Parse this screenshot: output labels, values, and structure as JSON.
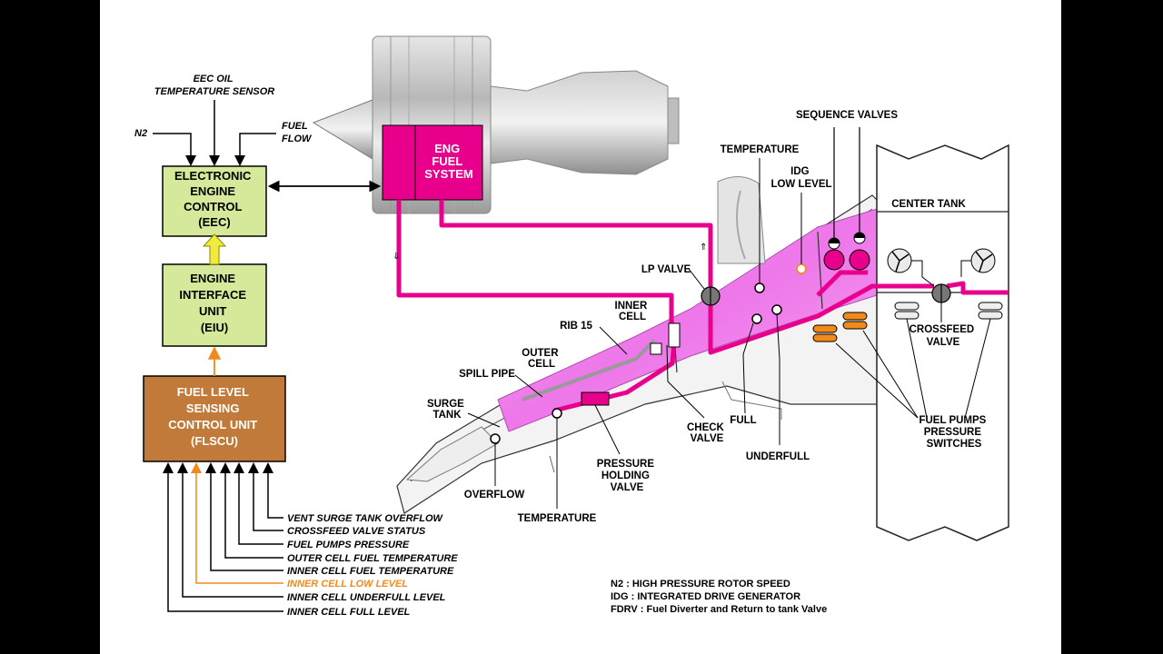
{
  "colors": {
    "fuel_pink": "#e8008c",
    "tank_pink": "#f07ff0",
    "eec_green": "#d6e89a",
    "flscu_brown": "#c27a3a",
    "orange_signal": "#f08a1a",
    "background": "#000000"
  },
  "blocks": {
    "eec": [
      "ELECTRONIC",
      "ENGINE",
      "CONTROL",
      "(EEC)"
    ],
    "eiu": [
      "ENGINE",
      "INTERFACE",
      "UNIT",
      "(EIU)"
    ],
    "flscu": [
      "FUEL LEVEL",
      "SENSING",
      "CONTROL UNIT",
      "(FLSCU)"
    ],
    "fdrv": "FDRV",
    "eng_fuel_system": [
      "ENG",
      "FUEL",
      "SYSTEM"
    ]
  },
  "eec_inputs": {
    "oil_sensor": [
      "EEC OIL",
      "TEMPERATURE SENSOR"
    ],
    "n2": "N2",
    "fuel_flow": [
      "FUEL",
      "FLOW"
    ]
  },
  "flscu_signals": [
    "VENT SURGE TANK OVERFLOW",
    "CROSSFEED VALVE STATUS",
    "FUEL PUMPS PRESSURE",
    "OUTER CELL FUEL TEMPERATURE",
    "INNER CELL FUEL TEMPERATURE",
    "INNER CELL LOW LEVEL",
    "INNER CELL UNDERFULL LEVEL",
    "INNER CELL FULL LEVEL"
  ],
  "wing_labels": {
    "sequence_valves": "SEQUENCE VALVES",
    "temperature_top": "TEMPERATURE",
    "idg_low_level": [
      "IDG",
      "LOW LEVEL"
    ],
    "center_tank": "CENTER TANK",
    "lp_valve": "LP VALVE",
    "inner_cell": [
      "INNER",
      "CELL"
    ],
    "rib_15": "RIB 15",
    "outer_cell": [
      "OUTER",
      "CELL"
    ],
    "spill_pipe": "SPILL PIPE",
    "surge_tank": [
      "SURGE",
      "TANK"
    ],
    "crossfeed_valve": [
      "CROSSFEED",
      "VALVE"
    ],
    "check_valve": [
      "CHECK",
      "VALVE"
    ],
    "full": "FULL",
    "underfull": "UNDERFULL",
    "fuel_pumps_pressure_switches": [
      "FUEL PUMPS",
      "PRESSURE",
      "SWITCHES"
    ],
    "pressure_holding_valve": [
      "PRESSURE",
      "HOLDING",
      "VALVE"
    ],
    "overflow": "OVERFLOW",
    "temperature_bottom": "TEMPERATURE"
  },
  "legend": [
    "N2 : HIGH PRESSURE ROTOR SPEED",
    "IDG : INTEGRATED DRIVE GENERATOR",
    "FDRV : Fuel Diverter and Return to tank Valve"
  ]
}
